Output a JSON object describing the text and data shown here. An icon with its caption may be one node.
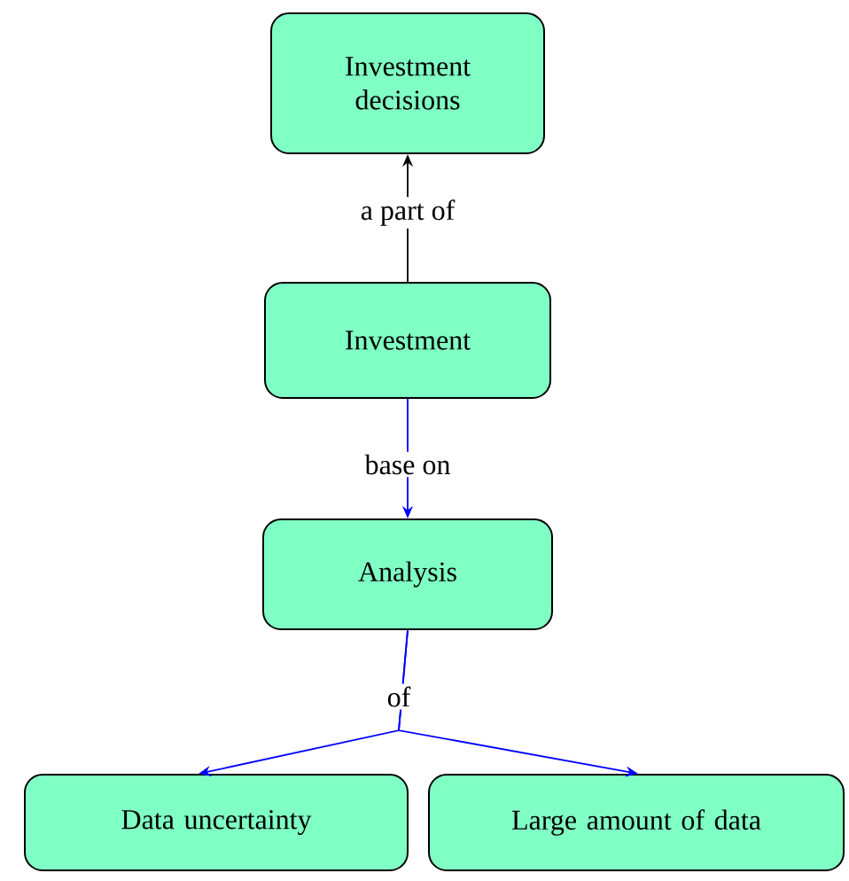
{
  "diagram": {
    "nodes": [
      {
        "text": [
          "Investment decisions"
        ]
      },
      {
        "text": [
          "Investment"
        ]
      },
      {
        "text": [
          "Analysis"
        ]
      },
      {
        "text": [
          "Data uncertainty"
        ]
      },
      {
        "text": [
          "Large amount of data"
        ]
      }
    ],
    "edges": [
      {
        "from": 1,
        "to": 0,
        "arrow": "to",
        "label": "a part of",
        "color": "#000000"
      },
      {
        "from": 1,
        "to": 2,
        "arrow": "to",
        "label": "base on",
        "color": "#0000ff"
      },
      {
        "from": 2,
        "to": 3,
        "arrow": "to",
        "label": "of",
        "color": "#0000ff"
      },
      {
        "from": 2,
        "to": 4,
        "arrow": "to",
        "color": "#0000ff"
      }
    ]
  }
}
